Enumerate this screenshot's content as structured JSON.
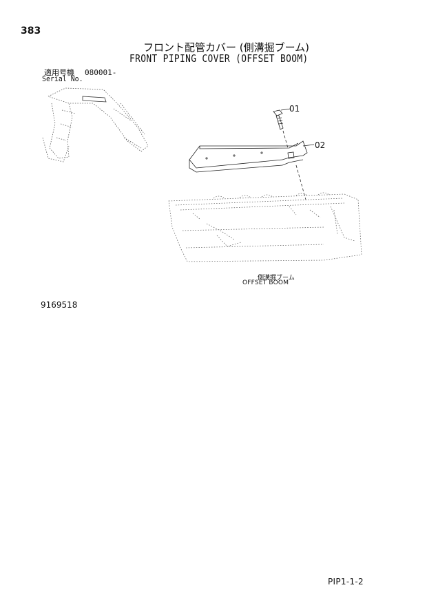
{
  "page_number": "383",
  "title_jp": "フロント配管カバー (側溝掘ブーム)",
  "title_en": "FRONT PIPING COVER (OFFSET BOOM)",
  "serial": {
    "label_jp": "適用号機",
    "value": "080001-",
    "label_en": "Serial No."
  },
  "callouts": [
    "01",
    "02"
  ],
  "caption": {
    "jp": "側溝掘ブーム",
    "en": "OFFSET BOOM"
  },
  "doc_number": "9169518",
  "footer_code": "PIP1-1-2",
  "colors": {
    "ink": "#111111",
    "dotted": "#666666"
  }
}
